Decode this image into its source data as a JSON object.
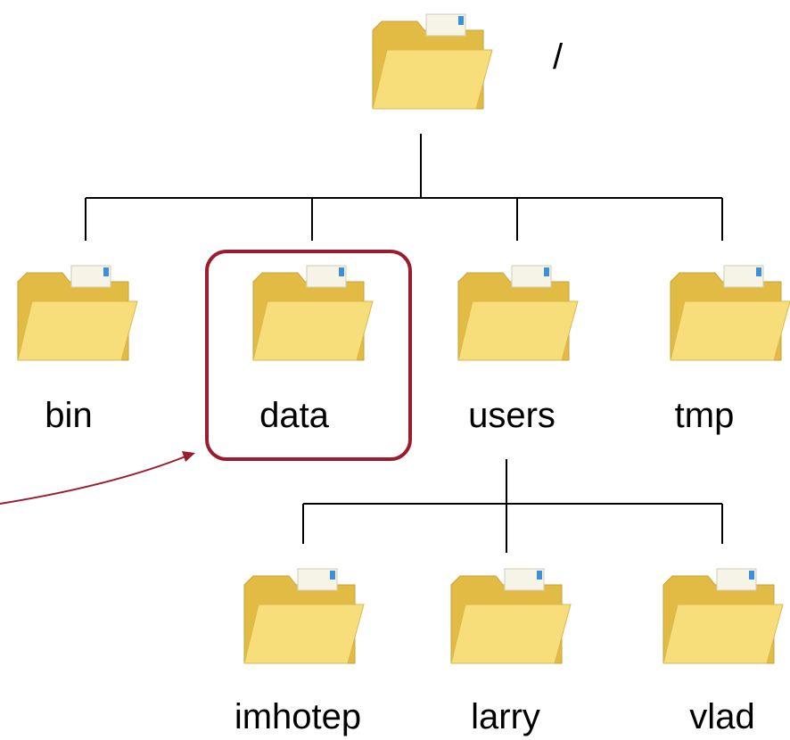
{
  "tree": {
    "root": {
      "label": "/"
    },
    "level1": [
      {
        "label": "bin"
      },
      {
        "label": "data",
        "highlighted": true
      },
      {
        "label": "users"
      },
      {
        "label": "tmp"
      }
    ],
    "level2": [
      {
        "label": "imhotep"
      },
      {
        "label": "larry"
      },
      {
        "label": "vlad"
      }
    ]
  },
  "colors": {
    "highlight": "#9b1c2e",
    "folder_front": "#f7dd78",
    "folder_back": "#e8c24a",
    "line": "#000000"
  },
  "icons": {
    "folder": "folder-icon"
  }
}
